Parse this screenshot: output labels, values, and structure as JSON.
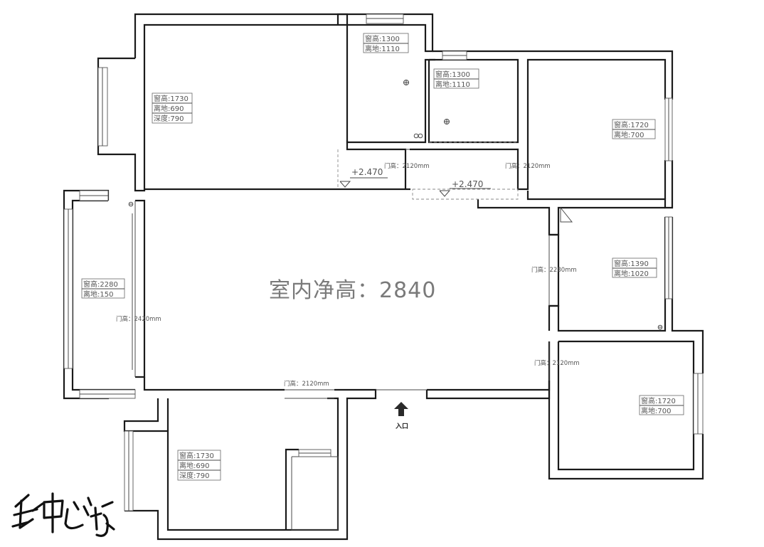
{
  "ceiling_label": "室内净高：",
  "ceiling_value": "2840",
  "entrance_label": "入口",
  "window_notes": [
    [
      "窗高:1730",
      "离地:690",
      "深度:790"
    ],
    [
      "窗高:1300",
      "离地:1110"
    ],
    [
      "窗高:1300",
      "离地:1110"
    ],
    [
      "窗高:1720",
      "离地:700"
    ],
    [
      "窗高:2280",
      "离地:150"
    ],
    [
      "窗高:1390",
      "离地:1020"
    ],
    [
      "窗高:1730",
      "离地:690",
      "深度:790"
    ],
    [
      "窗高:1720",
      "离地:700"
    ]
  ],
  "door_heights": [
    "门高：2120mm",
    "门高：2120mm",
    "门高：2280mm",
    "门高：2420mm",
    "门高：2120mm",
    "门高：2120mm"
  ],
  "elevations": [
    "+2.470",
    "+2.470"
  ],
  "signature": "钟心怡"
}
